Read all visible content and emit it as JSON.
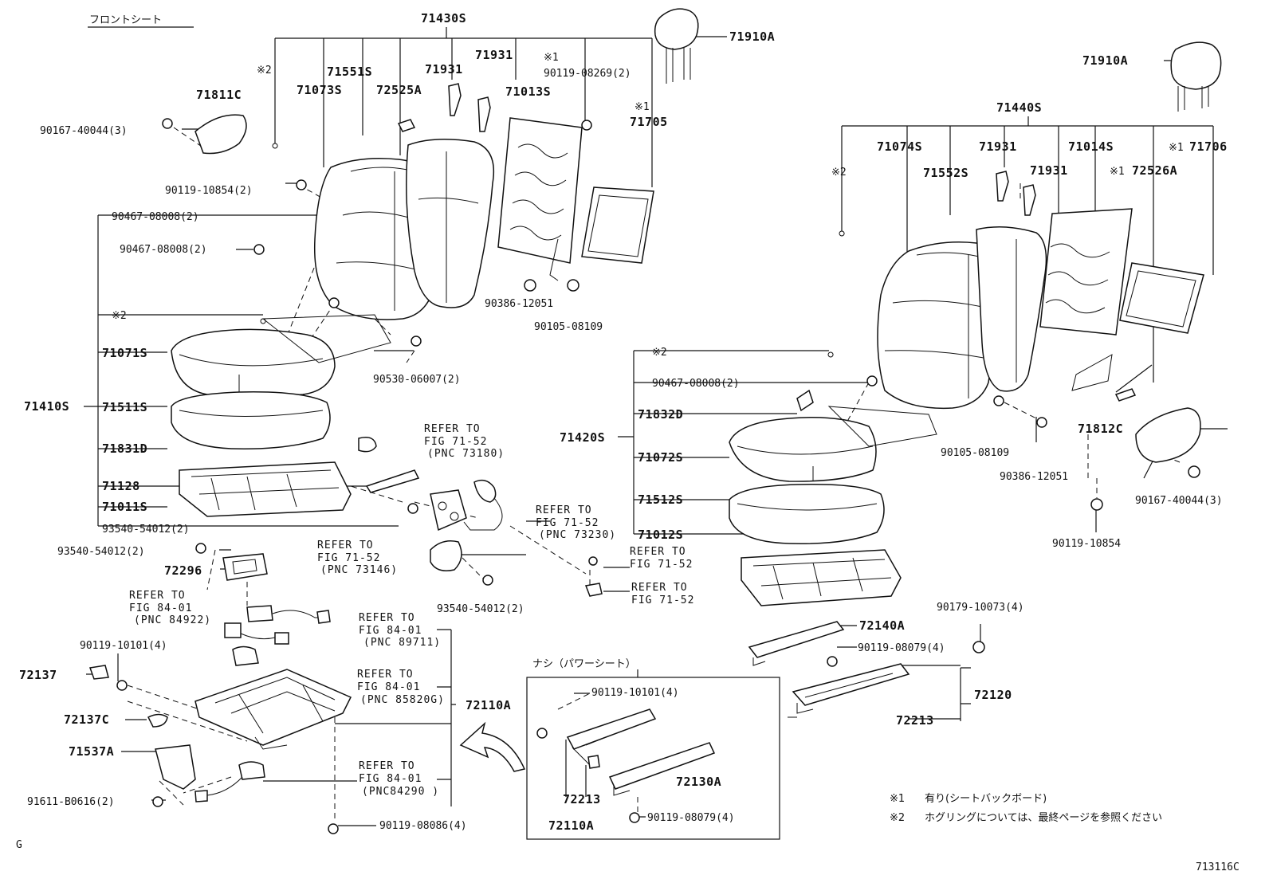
{
  "title": "フロントシート",
  "drawing_number": "713116C",
  "corner_mark": "G",
  "legend": {
    "note1_mark": "※1",
    "note1_text": "有り(シートバックボード)",
    "note2_mark": "※2",
    "note2_text": "ホグリングについては、最終ページを参照ください"
  },
  "box_title": "ナシ（パワーシート）",
  "parts": {
    "p71430S": "71430S",
    "p71910A_l": "71910A",
    "p71910A_r": "71910A",
    "n2_a": "※2",
    "p71551S": "71551S",
    "p71931_a": "71931",
    "p71931_b": "71931",
    "n1_a": "※1",
    "p90119_08269": "90119-08269(2)",
    "p71073S": "71073S",
    "p72525A": "72525A",
    "p71013S": "71013S",
    "p71811C": "71811C",
    "n1_b": "※1",
    "p71705": "71705",
    "p90167_40044_l": "90167-40044(3)",
    "p90119_10854_2": "90119-10854(2)",
    "p90467_08008_a": "90467-08008(2)",
    "p90467_08008_b": "90467-08008(2)",
    "n2_b": "※2",
    "p71071S": "71071S",
    "p90530_06007": "90530-06007(2)",
    "p71410S": "71410S",
    "p71511S": "71511S",
    "p71831D": "71831D",
    "p71128": "71128",
    "p71011S": "71011S",
    "p93540_54012_a": "93540-54012(2)",
    "p93540_54012_b": "93540-54012(2)",
    "p72296": "72296",
    "p93540_54012_c": "93540-54012(2)",
    "p90119_10101_l": "90119-10101(4)",
    "p72137": "72137",
    "p72137C": "72137C",
    "p71537A": "71537A",
    "p91611_B0616": "91611-B0616(2)",
    "p72110A_a": "72110A",
    "p90119_08086": "90119-08086(4)",
    "p90386_12051_l": "90386-12051",
    "p90105_08109_l": "90105-08109",
    "p71440S": "71440S",
    "p71074S": "71074S",
    "p71931_c": "71931",
    "p71014S": "71014S",
    "n1_c": "※1",
    "p71706": "71706",
    "n2_c": "※2",
    "p71552S": "71552S",
    "p71931_d": "71931",
    "n1_d": "※1",
    "p72526A": "72526A",
    "n2_d": "※2",
    "p90467_08008_c": "90467-08008(2)",
    "p71832D": "71832D",
    "p71420S": "71420S",
    "p71072S": "71072S",
    "p71512S": "71512S",
    "p71012S": "71012S",
    "p71812C": "71812C",
    "p90105_08109_r": "90105-08109",
    "p90386_12051_r": "90386-12051",
    "p90167_40044_r": "90167-40044(3)",
    "p90119_10854_r": "90119-10854",
    "p90179_10073": "90179-10073(4)",
    "p72140A": "72140A",
    "p90119_08079_a": "90119-08079(4)",
    "p72120": "72120",
    "p72213_a": "72213",
    "p90119_10101_b": "90119-10101(4)",
    "p72130A": "72130A",
    "p72213_b": "72213",
    "p72110A_b": "72110A",
    "p90119_08079_b": "90119-08079(4)"
  },
  "refs": {
    "r1": [
      "REFER TO",
      "FIG 71-52",
      "(PNC 73180)"
    ],
    "r2": [
      "REFER TO",
      "FIG 71-52",
      "(PNC 73230)"
    ],
    "r3": [
      "REFER TO",
      "FIG 71-52",
      "(PNC 73146)"
    ],
    "r4": [
      "REFER TO",
      "FIG 71-52"
    ],
    "r5": [
      "REFER TO",
      "FIG 71-52"
    ],
    "r6": [
      "REFER TO",
      "FIG 84-01",
      "(PNC 84922)"
    ],
    "r7": [
      "REFER TO",
      "FIG 84-01",
      "(PNC 89711)"
    ],
    "r8": [
      "REFER TO",
      "FIG 84-01",
      "(PNC 85820G)"
    ],
    "r9": [
      "REFER TO",
      "FIG 84-01",
      "(PNC84290 )"
    ]
  }
}
